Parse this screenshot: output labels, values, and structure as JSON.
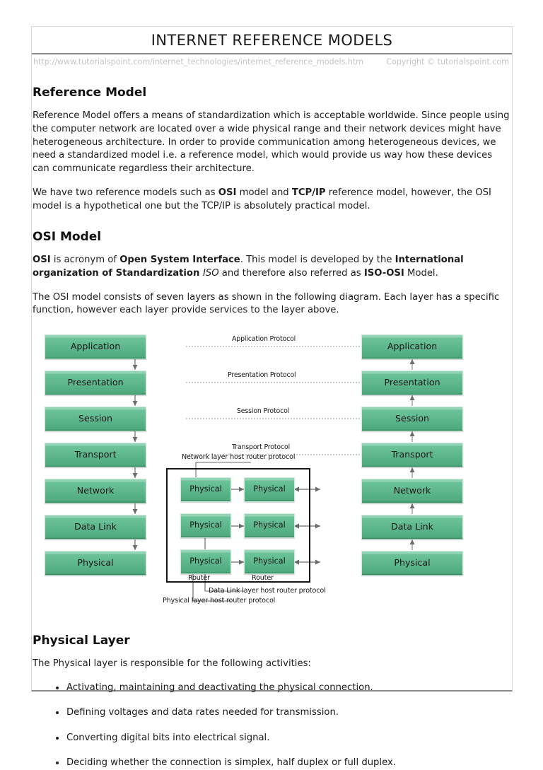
{
  "header": {
    "title": "INTERNET REFERENCE MODELS",
    "url": "http://www.tutorialspoint.com/internet_technologies/internet_reference_models.htm",
    "copyright": "Copyright © tutorialspoint.com"
  },
  "sections": {
    "reference_model": {
      "heading": "Reference Model",
      "p1": "Reference Model offers a means of standardization which is acceptable worldwide. Since people using the computer network are located over a wide physical range and their network devices might have heterogeneous architecture. In order to provide communication among heterogeneous devices, we need a standardized model i.e. a reference model, which would provide us way how these devices can communicate regardless their architecture.",
      "p2_a": "We have two reference models such as ",
      "p2_b": "OSI",
      "p2_c": " model and ",
      "p2_d": "TCP/IP",
      "p2_e": " reference model, however, the OSI model is a hypothetical one but the TCP/IP is absolutely practical model."
    },
    "osi_model": {
      "heading": "OSI Model",
      "p1_a": "OSI",
      "p1_b": " is acronym of ",
      "p1_c": "Open System Interface",
      "p1_d": ". This model is developed by the ",
      "p1_e": "International organization of Standardization ",
      "p1_f": "ISO",
      "p1_g": " and therefore also referred as ",
      "p1_h": "ISO-OSI",
      "p1_i": " Model.",
      "p2": "The OSI model consists of seven layers as shown in the following diagram. Each layer has a specific function, however each layer provide services to the layer above."
    },
    "physical_layer": {
      "heading": "Physical Layer",
      "intro": "The Physical layer is responsible for the following activities:",
      "bullets": [
        "Activating, maintaining and deactivating the physical connection.",
        "Defining voltages and data rates needed for transmission.",
        "Converting digital bits into electrical signal.",
        "Deciding whether the connection is simplex, half duplex or full duplex."
      ]
    }
  },
  "diagram": {
    "left_layers": [
      "Application",
      "Presentation",
      "Session",
      "Transport",
      "Network",
      "Data Link",
      "Physical"
    ],
    "right_layers": [
      "Application",
      "Presentation",
      "Session",
      "Transport",
      "Network",
      "Data Link",
      "Physical"
    ],
    "protocol_labels": [
      "Application Protocol",
      "Presentation Protocol",
      "Session Protocol",
      "Transport Protocol"
    ],
    "router_labels": [
      "Network layer host router protocol",
      "Data Link layer host router protocol",
      "Physical layer host router protocol"
    ],
    "router_physical": [
      "Physical",
      "Physical",
      "Physical",
      "Physical",
      "Physical",
      "Physical"
    ],
    "router_captions": [
      "Router",
      "Router"
    ],
    "colors": {
      "box_light": "#93d4b4",
      "box_mid": "#4faa7e",
      "box_dark": "#357f5c",
      "frame": "#141414",
      "connector": "#6b6b6b"
    }
  }
}
